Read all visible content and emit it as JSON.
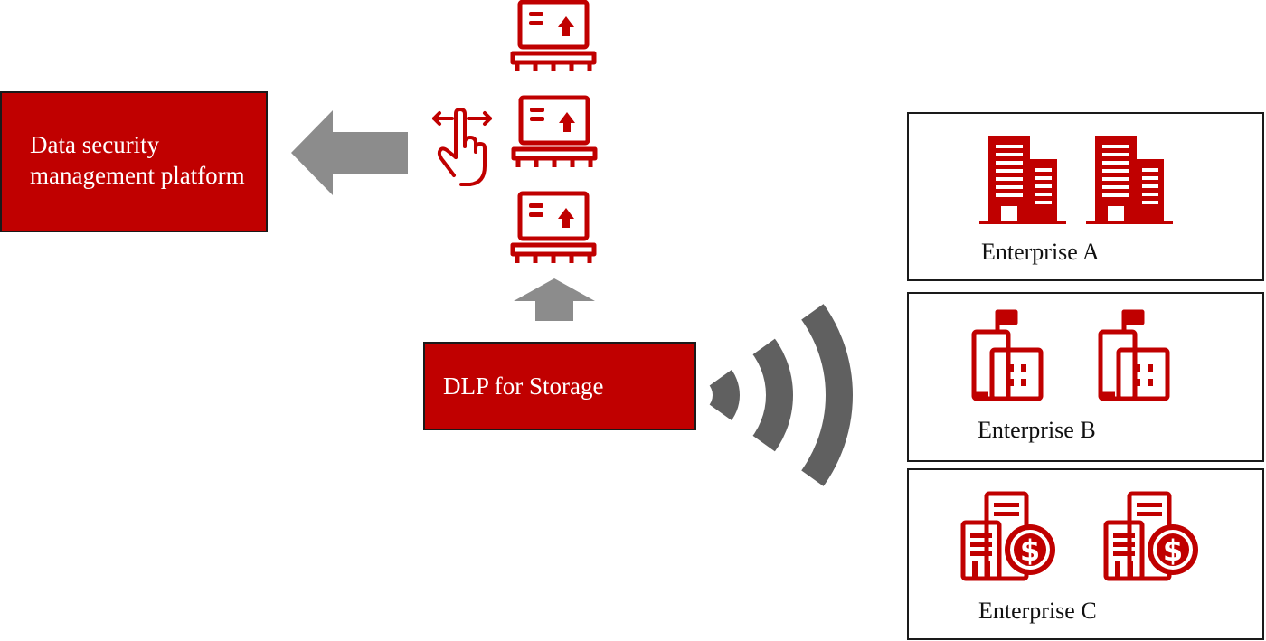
{
  "platform": {
    "label": "Data security\nmanagement platform"
  },
  "dlp": {
    "label": "DLP for Storage"
  },
  "enterprises": [
    {
      "label": "Enterprise A",
      "icon": "office-building-icon"
    },
    {
      "label": "Enterprise B",
      "icon": "flagged-building-icon"
    },
    {
      "label": "Enterprise C",
      "icon": "bank-building-icon"
    }
  ],
  "icons": {
    "storage": "storage-pallet-upload-icon",
    "gesture": "swipe-gesture-icon",
    "signal": "wireless-signal-icon",
    "arrows": "flow-arrow-icon"
  },
  "colors": {
    "accent_red": "#c00000",
    "arrow_gray": "#8c8c8c",
    "signal_gray": "#606060",
    "border": "#1a1a1a"
  }
}
